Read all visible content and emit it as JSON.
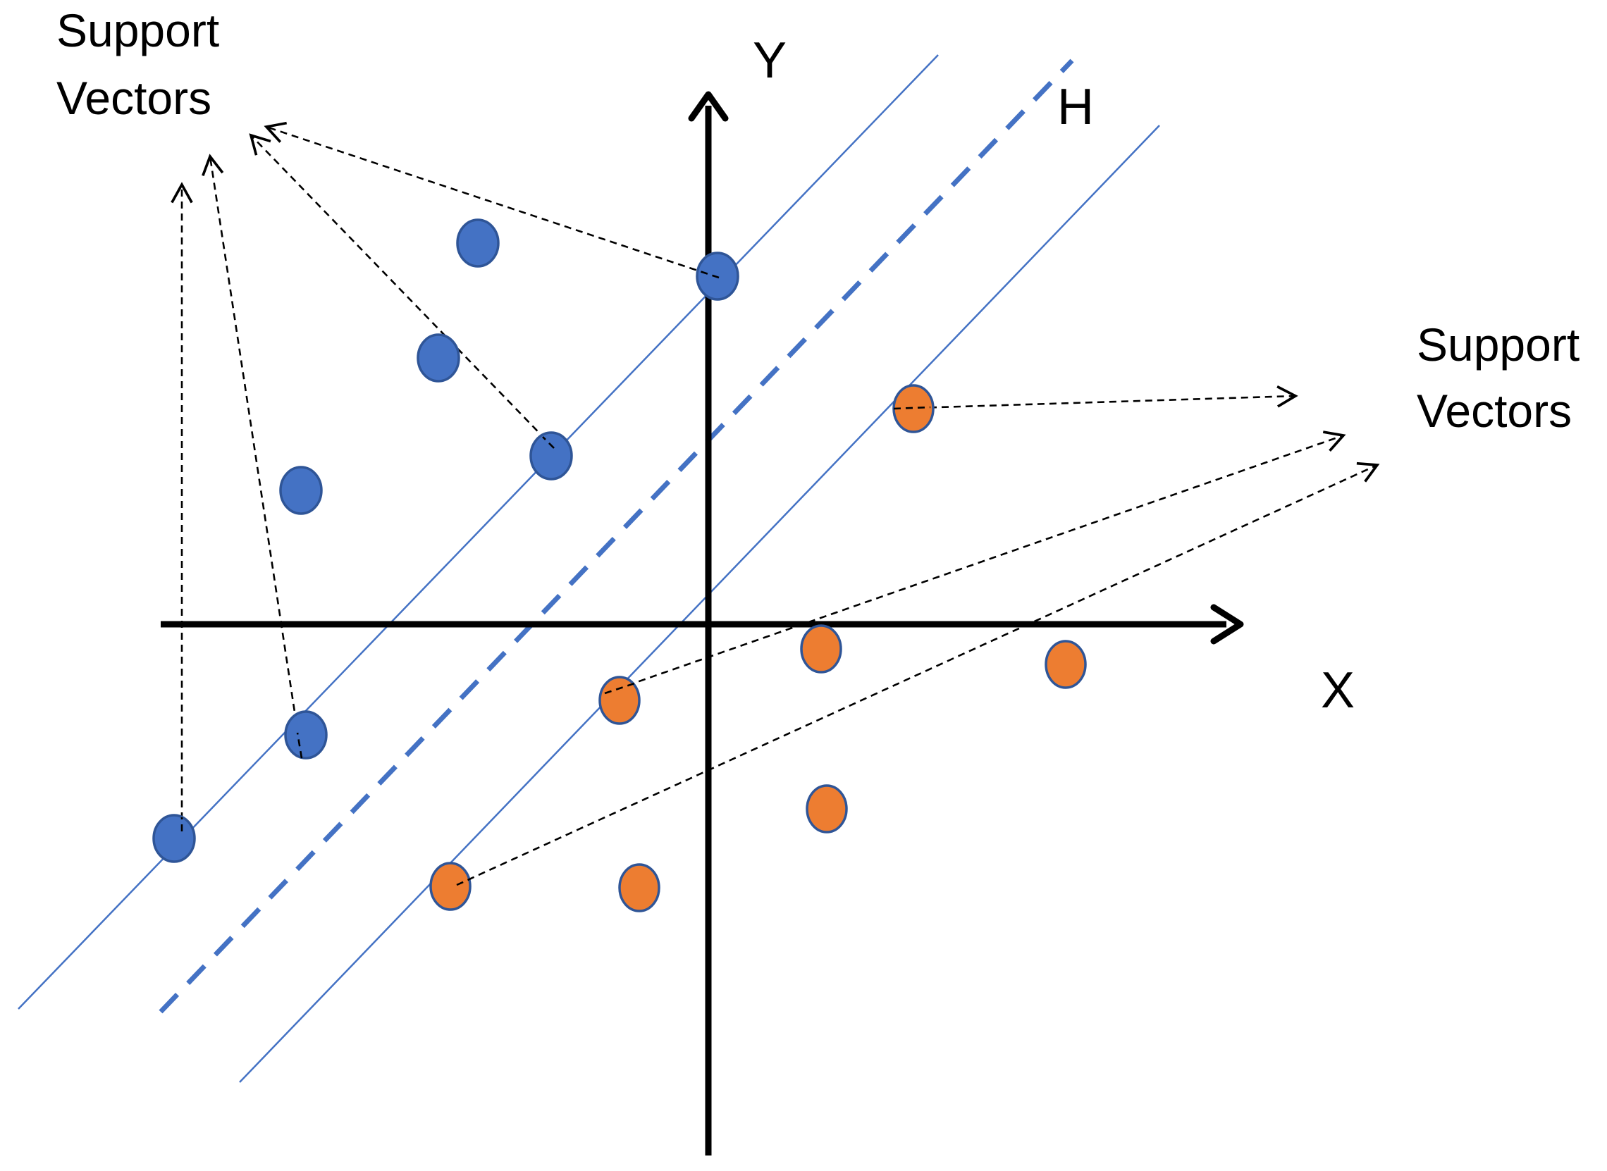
{
  "labels": {
    "support_vectors_left_line1": "Support",
    "support_vectors_left_line2": "Vectors",
    "support_vectors_right_line1": "Support",
    "support_vectors_right_line2": "Vectors",
    "axis_y": "Y",
    "axis_x": "X",
    "hyperplane": "H"
  },
  "colors": {
    "class_a": "#4472C4",
    "class_b": "#ED7D31",
    "point_stroke": "#2F5597",
    "margin_line": "#4472C4",
    "hyperplane": "#4472C4",
    "axis": "#000000",
    "pointer": "#000000"
  }
}
